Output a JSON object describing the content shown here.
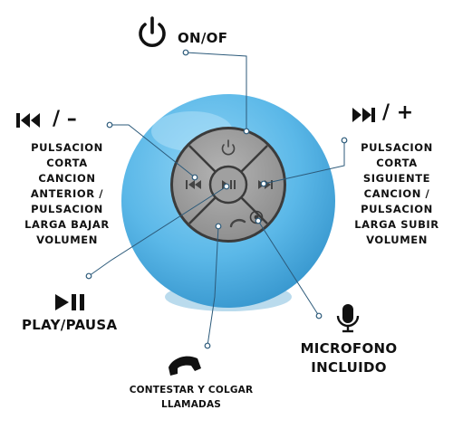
{
  "labels": {
    "power": "ON/OF",
    "prev_symbol": "/ –",
    "prev_desc": [
      "PULSACION",
      "CORTA",
      "CANCION",
      "ANTERIOR /",
      "PULSACION",
      "LARGA BAJAR",
      "VOLUMEN"
    ],
    "next_symbol": "/ +",
    "next_desc": [
      "PULSACION",
      "CORTA",
      "SIGUIENTE",
      "CANCION  /",
      "PULSACION",
      "LARGA SUBIR",
      "VOLUMEN"
    ],
    "play": "PLAY/PAUSA",
    "mic": [
      "MICROFONO",
      "INCLUIDO"
    ],
    "call": [
      "CONTESTAR Y COLGAR",
      "LLAMADAS"
    ]
  },
  "icons": {
    "power": "power-icon",
    "prev": "previous-track-icon",
    "next": "next-track-icon",
    "play": "play-pause-icon",
    "mic": "microphone-icon",
    "call": "phone-icon"
  },
  "colors": {
    "speaker": "#5bb8e8",
    "buttons": "#9a9a9a",
    "leader_lines": "#2c5a7a"
  }
}
